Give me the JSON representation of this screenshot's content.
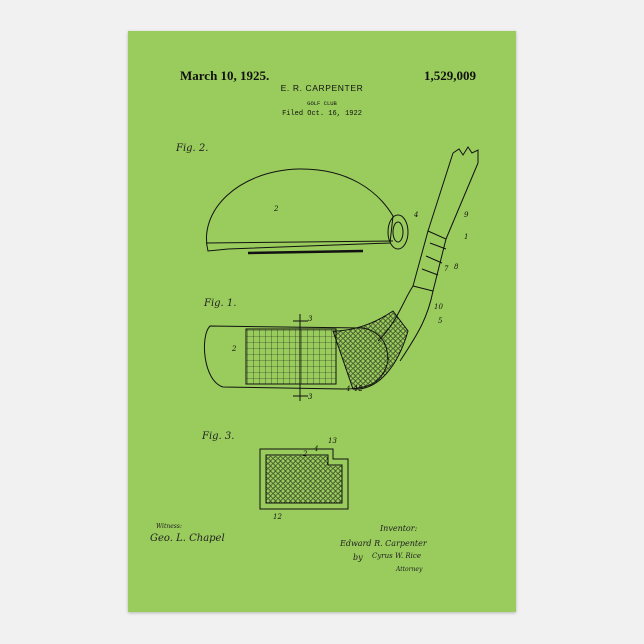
{
  "header": {
    "date": "March 10, 1925.",
    "patent_number": "1,529,009",
    "inventor": "E. R. CARPENTER",
    "title": "GOLF CLUB",
    "filed": "Filed Oct. 16, 1922"
  },
  "figures": {
    "fig2": "Fig. 2.",
    "fig1": "Fig. 1.",
    "fig3": "Fig. 3."
  },
  "footer": {
    "witness_label": "Witness:",
    "witness_signature": "Geo. L. Chapel",
    "inventor_label": "Inventor:",
    "inventor_name": "Edward R. Carpenter",
    "by": "by",
    "attorney_name": "Cyrus W. Rice",
    "attorney_label": "Attorney"
  },
  "colors": {
    "poster_background": "#99cc5c",
    "ink": "#111111",
    "page_background": "#f1f1f1"
  }
}
